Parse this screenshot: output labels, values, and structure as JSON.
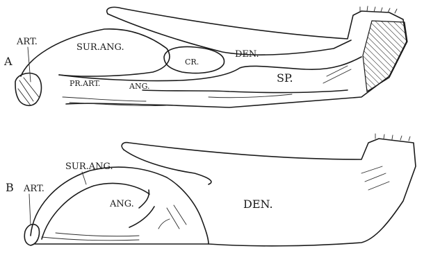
{
  "panel_a": {
    "letter": "A",
    "labels": {
      "art": "ART.",
      "sur_ang": "SUR.ANG.",
      "pr_art": "PR.ART.",
      "ang": "ANG.",
      "cr": "CR.",
      "den": "DEN.",
      "sp": "SP."
    }
  },
  "panel_b": {
    "letter": "B",
    "labels": {
      "sur_ang": "SUR.ANG.",
      "art": "ART.",
      "ang": "ANG.",
      "den": "DEN."
    }
  }
}
